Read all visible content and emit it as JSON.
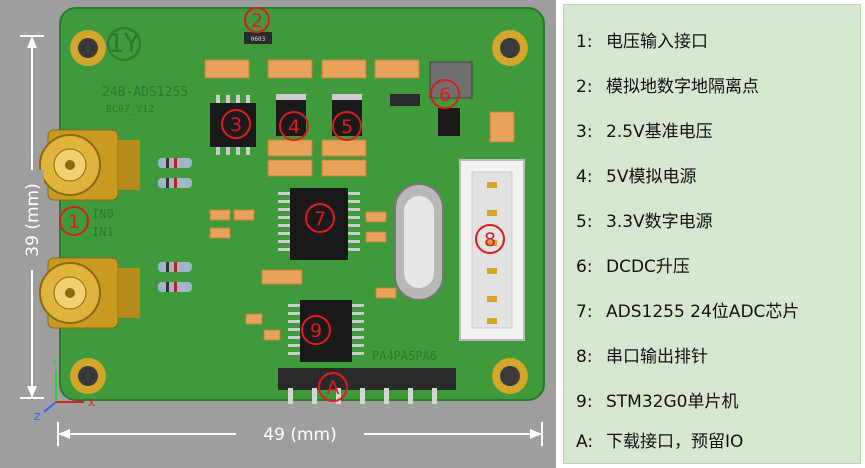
{
  "callouts": [
    "1",
    "2",
    "3",
    "4",
    "5",
    "6",
    "7",
    "8",
    "9",
    "A"
  ],
  "legend": [
    {
      "num": "1:",
      "text": "电压输入接口"
    },
    {
      "num": "2:",
      "text": "模拟地数字地隔离点"
    },
    {
      "num": "3:",
      "text": "2.5V基准电压"
    },
    {
      "num": "4:",
      "text": "5V模拟电源"
    },
    {
      "num": "5:",
      "text": "3.3V数字电源"
    },
    {
      "num": "6:",
      "text": "DCDC升压"
    },
    {
      "num": "7:",
      "text": "ADS1255 24位ADC芯片"
    },
    {
      "num": "8:",
      "text": "串口输出排针"
    },
    {
      "num": "9:",
      "text": "STM32G0单片机"
    },
    {
      "num": "A:",
      "text": "下载接口，预留IO"
    }
  ],
  "dimensions": {
    "width": "49 (mm)",
    "height": "39 (mm)"
  },
  "silkscreen": {
    "logo": "1Y",
    "board_name": "24B-ADS1255",
    "version": "BC07_V12",
    "ain0": "IN0",
    "ain1": "IN1",
    "pins": "PA4PA5PA6",
    "chip_mark": "0603"
  },
  "axes": {
    "x": "X",
    "y": "Y",
    "z": "Z"
  },
  "colors": {
    "pcb": "#3f9a3b",
    "gold": "#d4a72c",
    "callout": "#e01b1b",
    "legend_bg": "#d5e8cf"
  }
}
